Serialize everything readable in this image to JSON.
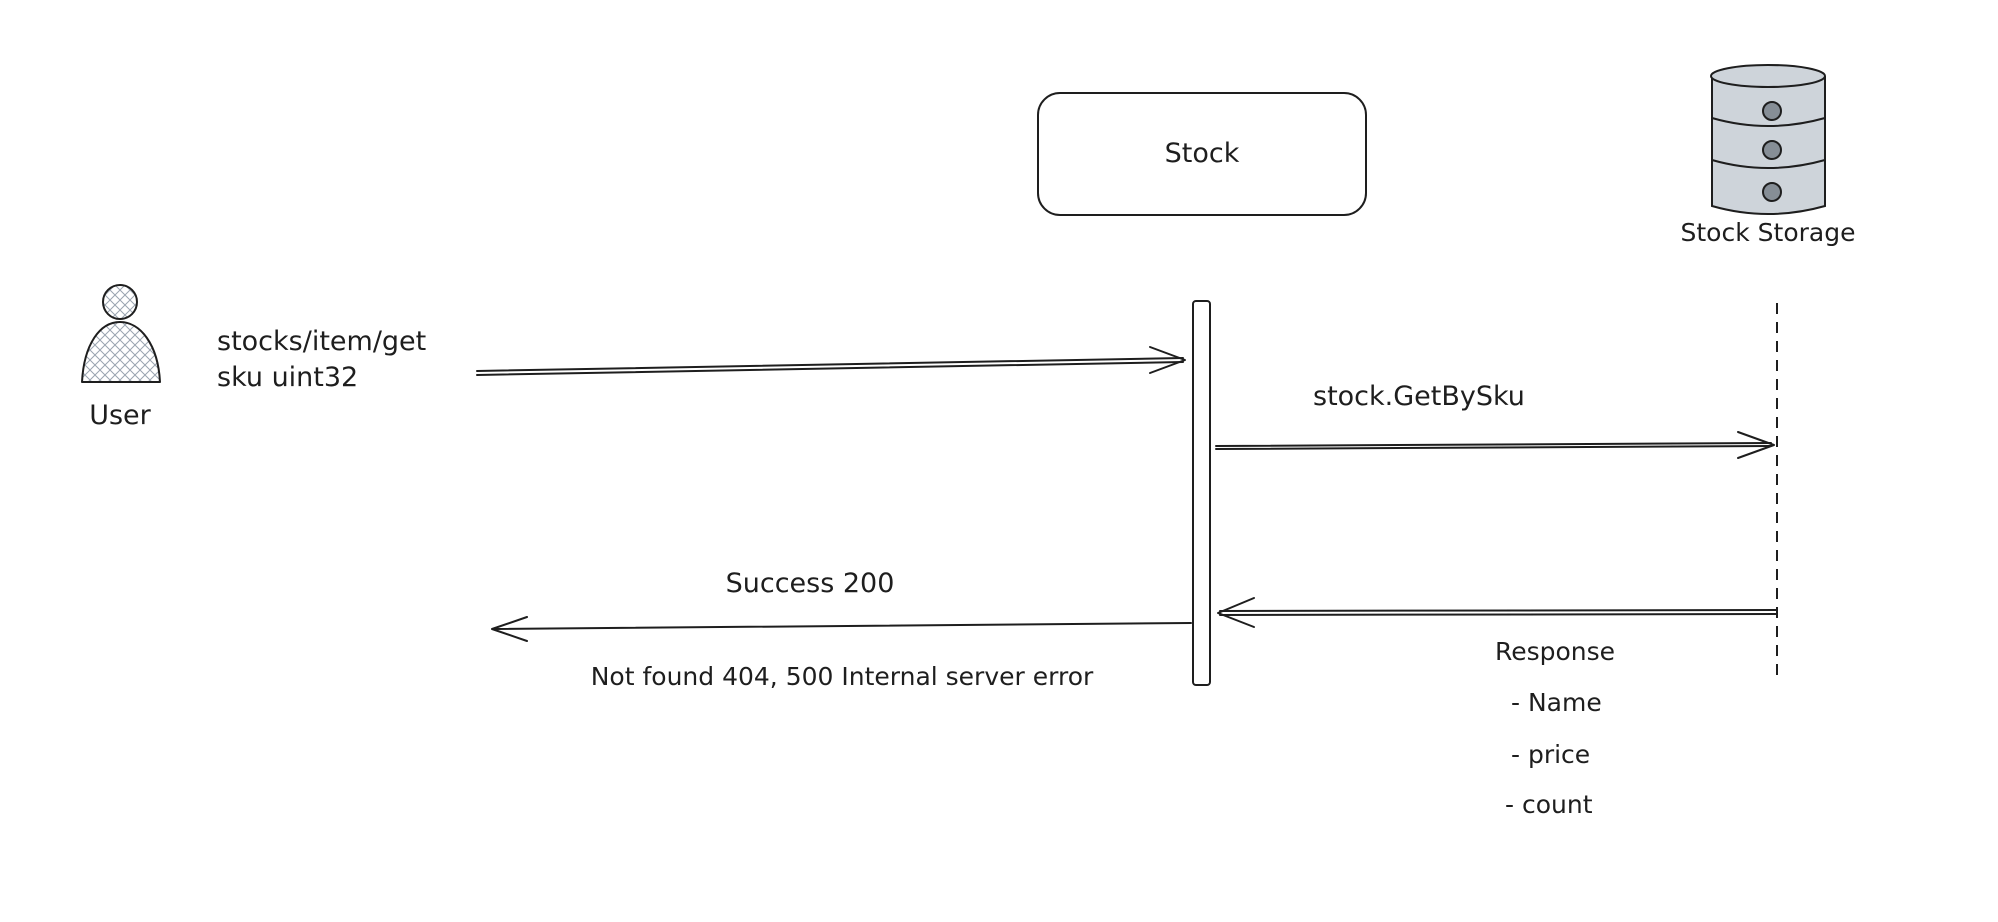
{
  "diagram": {
    "actors": {
      "user": "User",
      "stock_service": "Stock",
      "storage": "Stock Storage"
    },
    "messages": {
      "request_line1": "stocks/item/get",
      "request_line2": "sku uint32",
      "storage_call": "stock.GetBySku",
      "response_title": "Response",
      "response_fields": [
        "- Name",
        "- price",
        "- count"
      ],
      "success": "Success 200",
      "errors": "Not found 404, 500 Internal server error"
    }
  }
}
